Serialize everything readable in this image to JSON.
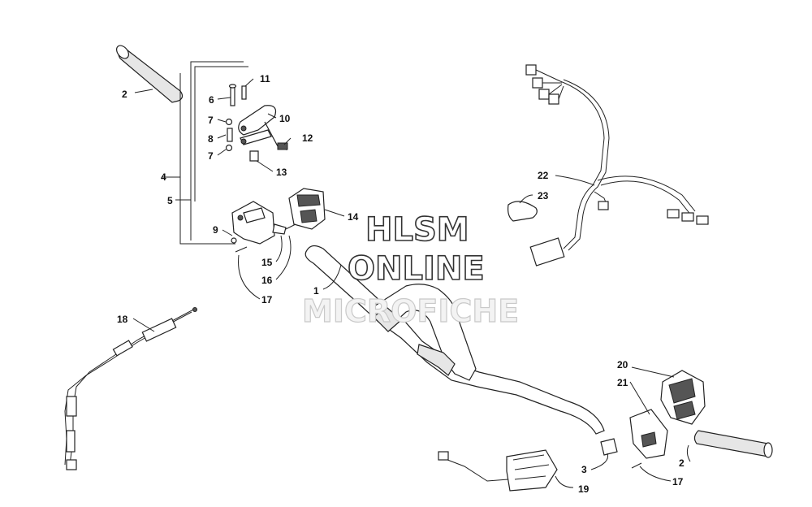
{
  "watermark": {
    "line1": "HLSM",
    "line2": "ONLINE",
    "line3": "MICROFICHE"
  },
  "callouts": {
    "c1": "1",
    "c2a": "2",
    "c2b": "2",
    "c3": "3",
    "c4": "4",
    "c5": "5",
    "c6": "6",
    "c7a": "7",
    "c7b": "7",
    "c8": "8",
    "c9": "9",
    "c10": "10",
    "c11": "11",
    "c12": "12",
    "c13": "13",
    "c14": "14",
    "c15": "15",
    "c16": "16",
    "c17a": "17",
    "c17b": "17",
    "c18": "18",
    "c19": "19",
    "c20": "20",
    "c21": "21",
    "c22": "22",
    "c23": "23"
  }
}
